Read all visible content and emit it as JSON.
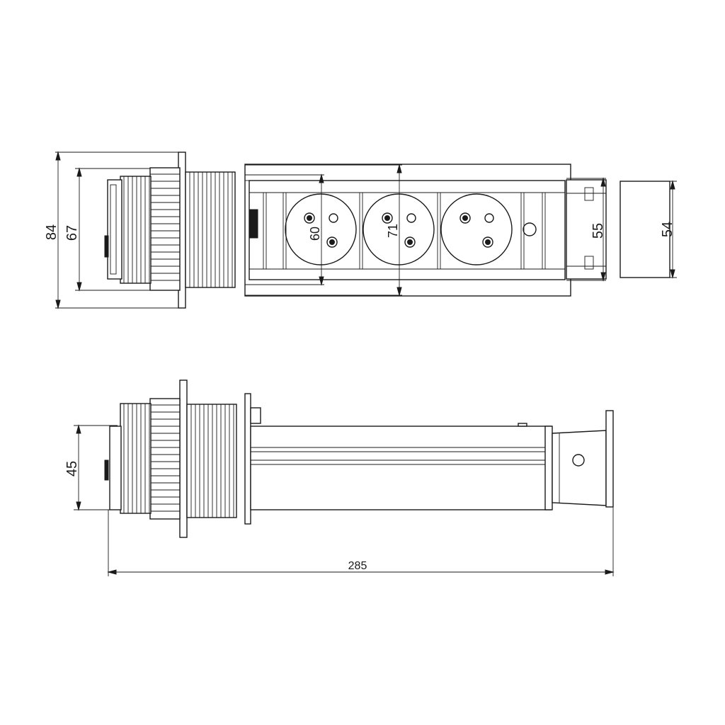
{
  "dimensions": {
    "top_view_height_outer": "84",
    "top_view_height_inner": "67",
    "socket_width_60": "60",
    "socket_width_71": "71",
    "end_block_height": "55",
    "end_cap_height": "54",
    "side_view_height": "45",
    "overall_length": "285"
  },
  "colors": {
    "line": "#1a1a1a",
    "background": "#ffffff"
  }
}
